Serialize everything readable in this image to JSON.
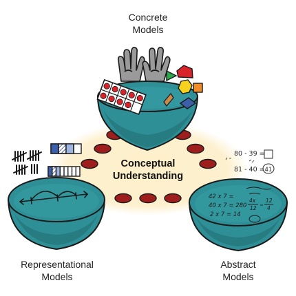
{
  "labels": {
    "concrete_line1": "Concrete",
    "concrete_line2": "Models",
    "representational_line1": "Representational",
    "representational_line2": "Models",
    "abstract_line1": "Abstract",
    "abstract_line2": "Models",
    "center_line1": "Conceptual",
    "center_line2": "Understanding"
  },
  "abstract_scribbles": {
    "line1": "80 - 39 =",
    "line2": "81 - 40 =",
    "answer": "41",
    "bowl_line1": "42 x 7 =",
    "bowl_line2": "40 x 7 = 280",
    "bowl_line3": "2 x 7 = 14",
    "bowl_frac_top1": "4x",
    "bowl_frac_bot1": "12",
    "bowl_frac_top2": "12",
    "bowl_frac_bot2": "4"
  },
  "colors": {
    "bowl_teal": "#2e8f96",
    "bowl_dark": "#236f75",
    "center_glow": "#fdefc9",
    "bead": "#9e1e1e",
    "red_counter": "#d8232a",
    "blue_block": "#3d5ea8",
    "yellow_hexagon": "#f6d21e",
    "orange_square": "#f28c28",
    "green_triangle": "#2aa84a"
  }
}
